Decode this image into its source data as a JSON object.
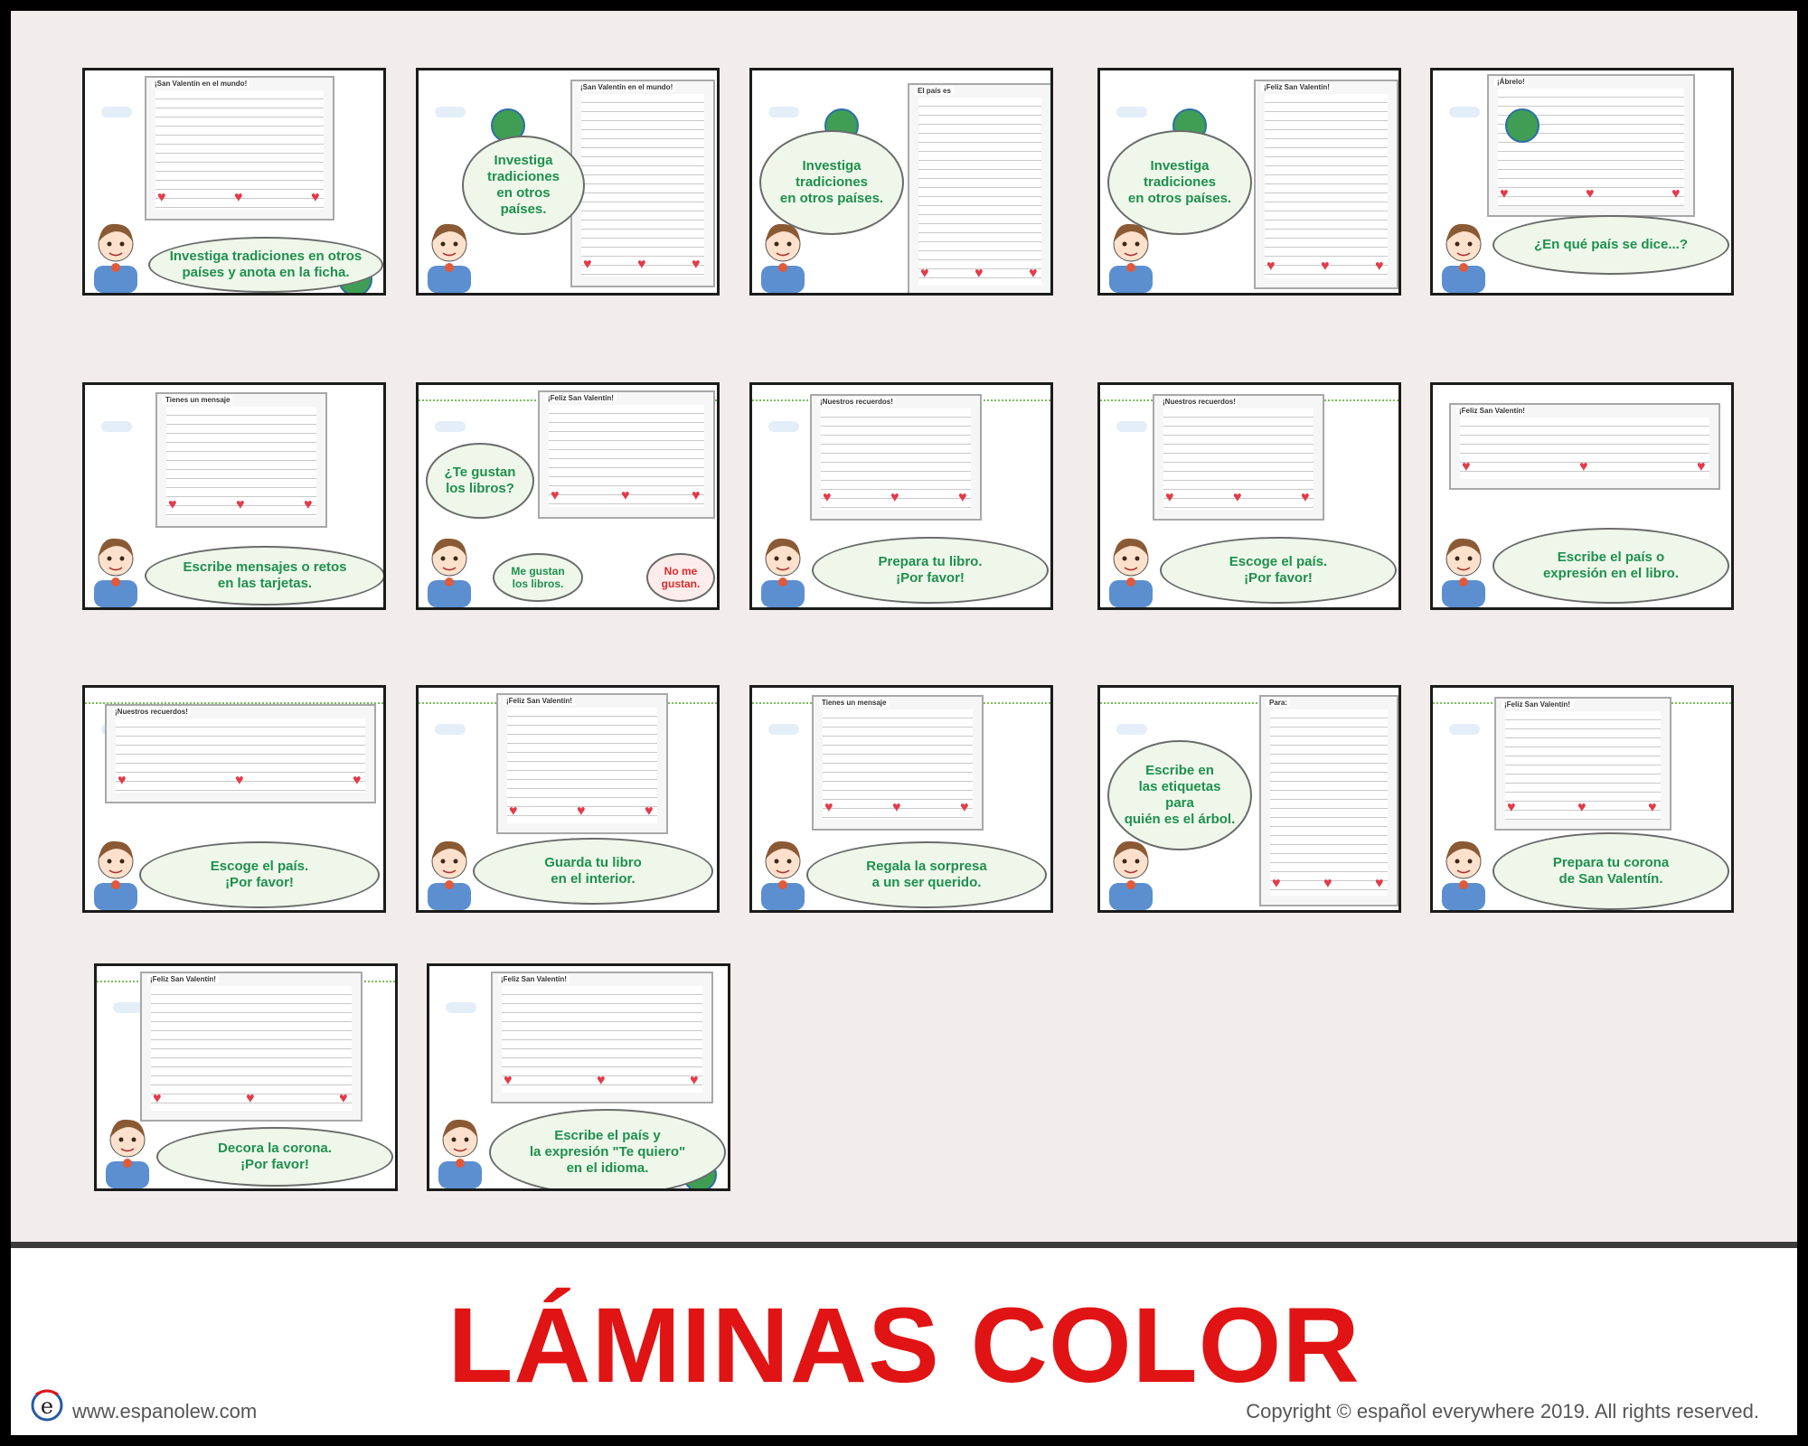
{
  "cards": [
    {
      "name": "card-1",
      "bubble": "Investiga tradiciones en otros\npaíses y anota en la ficha.",
      "sheet": "¡San Valentín en el mundo!"
    },
    {
      "name": "card-2",
      "bubble": "Investiga tradiciones\nen otros países.",
      "sheet": "¡San Valentín en el mundo!"
    },
    {
      "name": "card-3",
      "bubble": "Investiga tradiciones\nen otros países.",
      "sheet": "El país es"
    },
    {
      "name": "card-4",
      "bubble": "Investiga tradiciones\nen otros países.",
      "sheet": "¡Feliz San Valentín!"
    },
    {
      "name": "card-5",
      "bubble": "¿En qué país se dice...?",
      "sheet": "¡Ábrelo!"
    },
    {
      "name": "card-6",
      "bubble": "Escribe mensajes o retos\nen las tarjetas.",
      "sheet": "Tienes un mensaje"
    },
    {
      "name": "card-7",
      "bubble": "¿Te gustan\nlos libros?",
      "sheet": "¡Feliz San Valentín!",
      "extra1": "Me gustan\nlos libros.",
      "extra2": "No me\ngustan."
    },
    {
      "name": "card-8",
      "bubble": "Prepara tu libro.\n¡Por favor!",
      "sheet": "¡Nuestros recuerdos!"
    },
    {
      "name": "card-9",
      "bubble": "Escoge  el país.\n¡Por favor!",
      "sheet": "¡Nuestros recuerdos!"
    },
    {
      "name": "card-10",
      "bubble": "Escribe el país o\nexpresión en el libro.",
      "sheet": "¡Feliz San Valentín!"
    },
    {
      "name": "card-11",
      "bubble": "Escoge el país.\n¡Por favor!",
      "sheet": "¡Nuestros recuerdos!"
    },
    {
      "name": "card-12",
      "bubble": "Guarda tu libro\nen el interior.",
      "sheet": "¡Feliz San Valentín!"
    },
    {
      "name": "card-13",
      "bubble": "Regala la sorpresa\na un ser querido.",
      "sheet": "Tienes un mensaje"
    },
    {
      "name": "card-14",
      "bubble": "Escribe en\nlas etiquetas para\nquién es el árbol.",
      "sheet": "Para:"
    },
    {
      "name": "card-15",
      "bubble": "Prepara tu corona\nde San Valentín.",
      "sheet": "¡Feliz San Valentín!"
    },
    {
      "name": "card-16",
      "bubble": "Decora la corona.\n¡Por favor!",
      "sheet": "¡Feliz San Valentín!"
    },
    {
      "name": "card-17",
      "bubble": "Escribe el país y\nla expresión \"Te quiero\"\nen el idioma.",
      "sheet": "¡Feliz San Valentín!"
    }
  ],
  "footer": {
    "title": "LÁMINAS COLOR",
    "url": "www.espanolew.com",
    "copyright": "Copyright © español everywhere 2019. All rights reserved.",
    "logo_letter": "e"
  },
  "colors": {
    "title": "#e01414",
    "green": "#1f8f4e",
    "red": "#d92b2b",
    "blue": "#2a5aa8"
  }
}
